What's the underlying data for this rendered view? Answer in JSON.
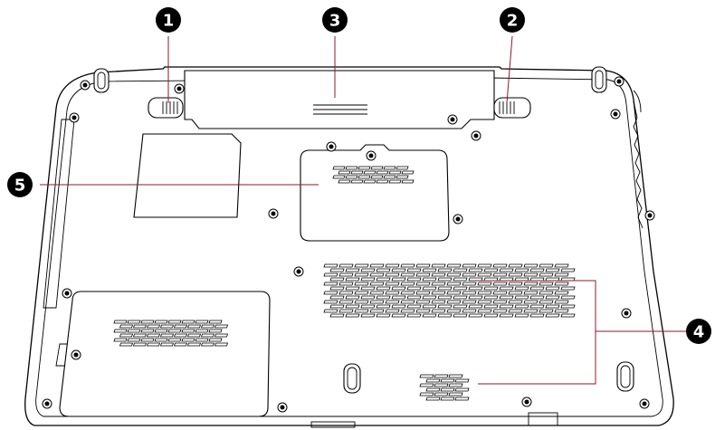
{
  "callouts": [
    {
      "id": "1",
      "label": "1"
    },
    {
      "id": "2",
      "label": "2"
    },
    {
      "id": "3",
      "label": "3"
    },
    {
      "id": "4",
      "label": "4"
    },
    {
      "id": "5",
      "label": "5"
    }
  ],
  "colors": {
    "outline": "#000000",
    "leader": "#8a1a2a",
    "callout_fill": "#000000",
    "callout_text": "#ffffff"
  }
}
